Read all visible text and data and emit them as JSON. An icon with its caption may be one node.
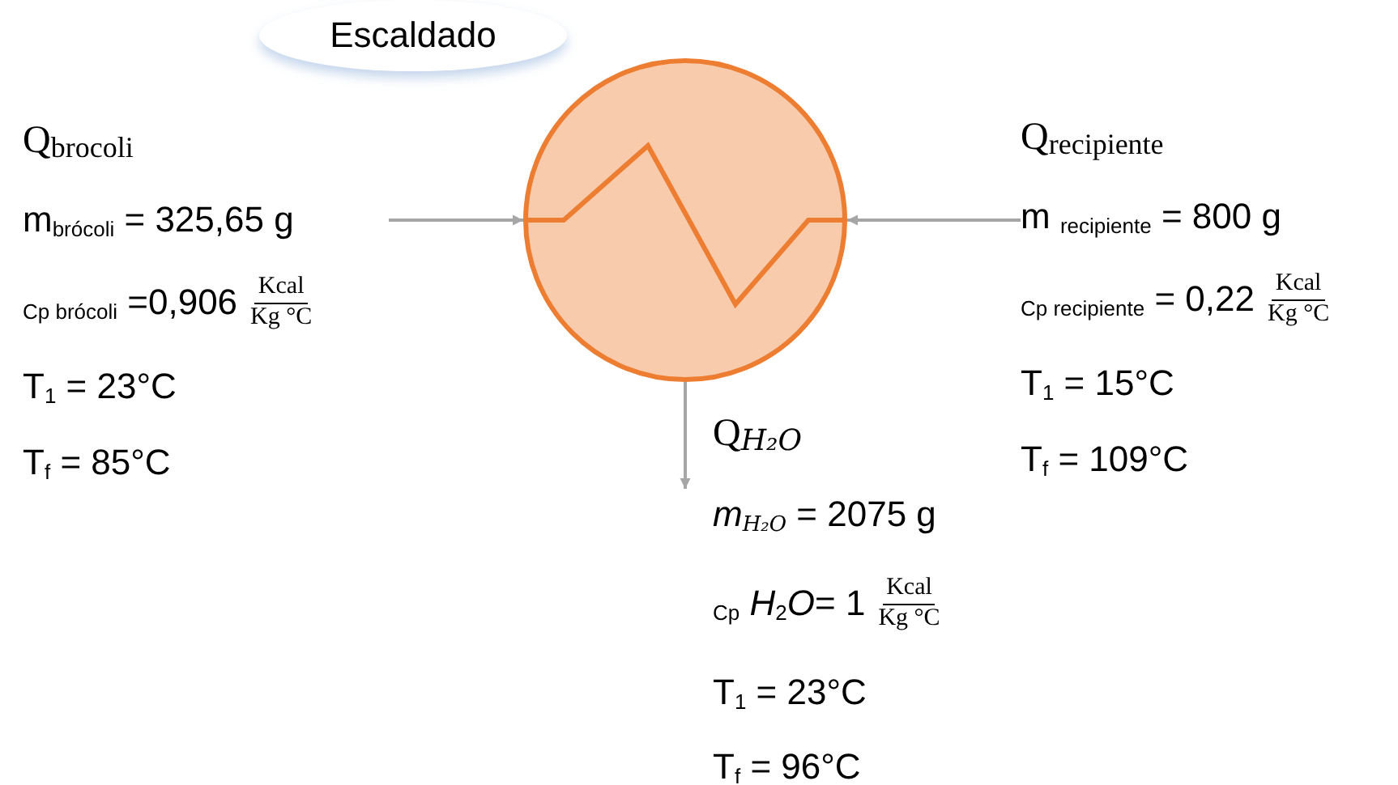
{
  "diagram": {
    "nodes": [
      {
        "text": [
          "Escaldado"
        ]
      },
      {
        "text": [],
        "shape": "circle"
      },
      {
        "text": [
          "Q$_{brocoli}$",
          "m$_{brócoli}$ = 325,65 g",
          "$_{Cp brócoli}$ =0,906",
          "Kcal",
          "Kg °C",
          "T$_{1}$ = 23°C",
          "T$_{f}$ = 85°C"
        ]
      },
      {
        "text": [
          "Q$_{recipiente}$",
          "m $_{recipiente}$ = 800 g",
          "$_{Cp recipiente}$ = 0,22",
          "Kcal",
          "Kg °C",
          "T$_{1}$ = 15°C",
          "T$_{f}$ = 109°C"
        ]
      },
      {
        "text": [
          "Q$_{H₂O}$",
          "*m*$_{H₂O}$ = 2075 g",
          "$_{Cp}$ *H*$_{2}$*O*= 1",
          "Kcal",
          "Kg °C",
          "T$_{1}$ = 23°C",
          "T$_{f}$ = 96°C"
        ]
      }
    ],
    "edges": [
      {
        "from": 2,
        "to": 1,
        "arrow": "to"
      },
      {
        "from": 3,
        "to": 1,
        "arrow": "to"
      },
      {
        "from": 1,
        "to": 4,
        "arrow": "to"
      }
    ]
  }
}
